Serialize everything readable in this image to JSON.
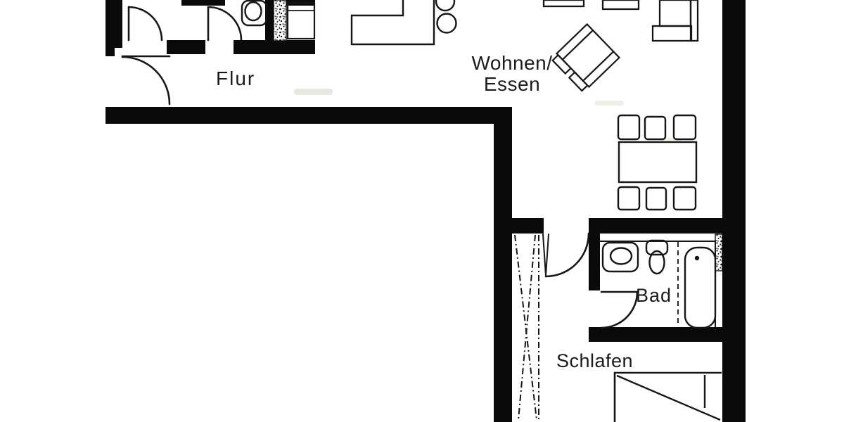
{
  "colors": {
    "ink": "#1a1a1a",
    "wall_fill": "#0a0a0a",
    "background": "#ffffff"
  },
  "floor_plan": {
    "type": "apartment-floor-plan",
    "language": "German",
    "rooms": [
      {
        "key": "flur",
        "label": "Flur"
      },
      {
        "key": "wohnen_essen",
        "label_line1": "Wohnen/",
        "label_line2": "Essen"
      },
      {
        "key": "bad",
        "label": "Bad"
      },
      {
        "key": "schlafen",
        "label": "Schlafen"
      }
    ],
    "fixtures": {
      "flur": [
        "entrance-door",
        "interior-door",
        "interior-door",
        "wc-toilet",
        "washbasin-cabinet"
      ],
      "kitchen_area": [
        "l-shaped-counter",
        "two-burner-cooktop"
      ],
      "wohnen_essen": [
        "sofa",
        "lounge-chair",
        "sideboard",
        "sideboard",
        "dining-table"
      ],
      "dining_chairs_count": 6,
      "bad": [
        "washbasin",
        "toilet",
        "bathtub",
        "bath-door"
      ],
      "schlafen": [
        "double-bed",
        "built-in-wardrobe"
      ]
    }
  }
}
